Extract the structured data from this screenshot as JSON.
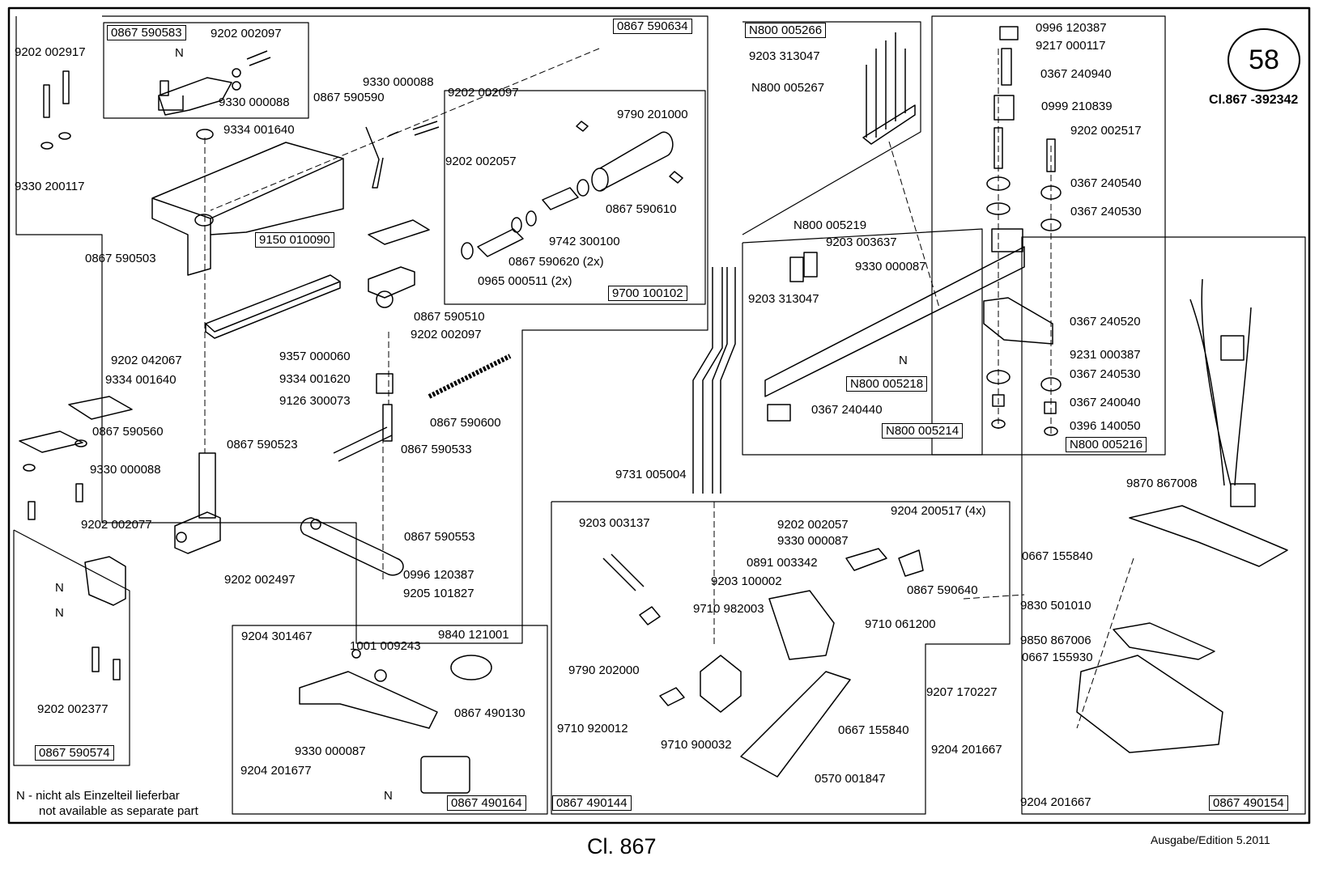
{
  "page": {
    "number": "58",
    "class_code": "Cl.867 -392342",
    "footer_title": "Cl. 867",
    "edition": "Ausgabe/Edition  5.2011"
  },
  "note": {
    "line1": "N - nicht als Einzelteil lieferbar",
    "line2": "not available as separate part"
  },
  "labels": [
    {
      "text": "0867 590583",
      "boxed": true
    },
    {
      "text": "9202 002097",
      "boxed": false
    },
    {
      "text": "N",
      "boxed": false
    },
    {
      "text": "9330 000088",
      "boxed": false
    },
    {
      "text": "9202 002917",
      "boxed": false
    },
    {
      "text": "9334 001640",
      "boxed": false
    },
    {
      "text": "9330 200117",
      "boxed": false
    },
    {
      "text": "9330 000088",
      "boxed": false
    },
    {
      "text": "0867 590590",
      "boxed": false
    },
    {
      "text": "9202 002097",
      "boxed": false
    },
    {
      "text": "9202 002057",
      "boxed": false
    },
    {
      "text": "0867 590503",
      "boxed": false
    },
    {
      "text": "9150 010090",
      "boxed": true
    },
    {
      "text": "0867 590634",
      "boxed": true
    },
    {
      "text": "9790 201000",
      "boxed": false
    },
    {
      "text": "0867 590610",
      "boxed": false
    },
    {
      "text": "9742 300100",
      "boxed": false
    },
    {
      "text": "0867 590620 (2x)",
      "boxed": false
    },
    {
      "text": "0965 000511 (2x)",
      "boxed": false
    },
    {
      "text": "9700 100102",
      "boxed": true
    },
    {
      "text": "0867 590510",
      "boxed": false
    },
    {
      "text": "9202 002097",
      "boxed": false
    },
    {
      "text": "9202 042067",
      "boxed": false
    },
    {
      "text": "9357 000060",
      "boxed": false
    },
    {
      "text": "9334 001640",
      "boxed": false
    },
    {
      "text": "9334 001620",
      "boxed": false
    },
    {
      "text": "9126 300073",
      "boxed": false
    },
    {
      "text": "0867 590600",
      "boxed": false
    },
    {
      "text": "0867 590560",
      "boxed": false
    },
    {
      "text": "0867 590523",
      "boxed": false
    },
    {
      "text": "0867 590533",
      "boxed": false
    },
    {
      "text": "9330 000088",
      "boxed": false
    },
    {
      "text": "9202 002077",
      "boxed": false
    },
    {
      "text": "0867 590553",
      "boxed": false
    },
    {
      "text": "N",
      "boxed": false
    },
    {
      "text": "N",
      "boxed": false
    },
    {
      "text": "9202 002497",
      "boxed": false
    },
    {
      "text": "0996 120387",
      "boxed": false
    },
    {
      "text": "9205 101827",
      "boxed": false
    },
    {
      "text": "9202 002377",
      "boxed": false
    },
    {
      "text": "0867 590574",
      "boxed": true
    },
    {
      "text": "N800 005266",
      "boxed": true
    },
    {
      "text": "9203 313047",
      "boxed": false
    },
    {
      "text": "N800 005267",
      "boxed": false
    },
    {
      "text": "N800 005219",
      "boxed": false
    },
    {
      "text": "9203 003637",
      "boxed": false
    },
    {
      "text": "9330 000087",
      "boxed": false
    },
    {
      "text": "9203 313047",
      "boxed": false
    },
    {
      "text": "N",
      "boxed": false
    },
    {
      "text": "N800 005218",
      "boxed": true
    },
    {
      "text": "0367 240440",
      "boxed": false
    },
    {
      "text": "N800 005214",
      "boxed": true
    },
    {
      "text": "0996 120387",
      "boxed": false
    },
    {
      "text": "9217 000117",
      "boxed": false
    },
    {
      "text": "0367 240940",
      "boxed": false
    },
    {
      "text": "0999 210839",
      "boxed": false
    },
    {
      "text": "9202 002517",
      "boxed": false
    },
    {
      "text": "0367 240540",
      "boxed": false
    },
    {
      "text": "0367 240530",
      "boxed": false
    },
    {
      "text": "0367 240520",
      "boxed": false
    },
    {
      "text": "9231 000387",
      "boxed": false
    },
    {
      "text": "0367 240530",
      "boxed": false
    },
    {
      "text": "0367 240040",
      "boxed": false
    },
    {
      "text": "0396 140050",
      "boxed": false
    },
    {
      "text": "N800 005216",
      "boxed": true
    },
    {
      "text": "9731 005004",
      "boxed": false
    },
    {
      "text": "9203 003137",
      "boxed": false
    },
    {
      "text": "9202 002057",
      "boxed": false
    },
    {
      "text": "9204 200517 (4x)",
      "boxed": false
    },
    {
      "text": "9330 000087",
      "boxed": false
    },
    {
      "text": "0891 003342",
      "boxed": false
    },
    {
      "text": "9203 100002",
      "boxed": false
    },
    {
      "text": "0867 590640",
      "boxed": false
    },
    {
      "text": "9710 982003",
      "boxed": false
    },
    {
      "text": "9710 061200",
      "boxed": false
    },
    {
      "text": "9790 202000",
      "boxed": false
    },
    {
      "text": "9710 920012",
      "boxed": false
    },
    {
      "text": "9710 900032",
      "boxed": false
    },
    {
      "text": "0667 155840",
      "boxed": false
    },
    {
      "text": "9204 201667",
      "boxed": false
    },
    {
      "text": "0570 001847",
      "boxed": false
    },
    {
      "text": "0867 490144",
      "boxed": true
    },
    {
      "text": "9204 301467",
      "boxed": false
    },
    {
      "text": "1001 009243",
      "boxed": false
    },
    {
      "text": "9840 121001",
      "boxed": false
    },
    {
      "text": "0867 490130",
      "boxed": false
    },
    {
      "text": "9330 000087",
      "boxed": false
    },
    {
      "text": "9204 201677",
      "boxed": false
    },
    {
      "text": "N",
      "boxed": false
    },
    {
      "text": "0867 490164",
      "boxed": true
    },
    {
      "text": "9870 867008",
      "boxed": false
    },
    {
      "text": "0667 155840",
      "boxed": false
    },
    {
      "text": "9830 501010",
      "boxed": false
    },
    {
      "text": "9850 867006",
      "boxed": false
    },
    {
      "text": "0667 155930",
      "boxed": false
    },
    {
      "text": "9207 170227",
      "boxed": false
    },
    {
      "text": "9204 201667",
      "boxed": false
    },
    {
      "text": "0867 490154",
      "boxed": true
    }
  ]
}
